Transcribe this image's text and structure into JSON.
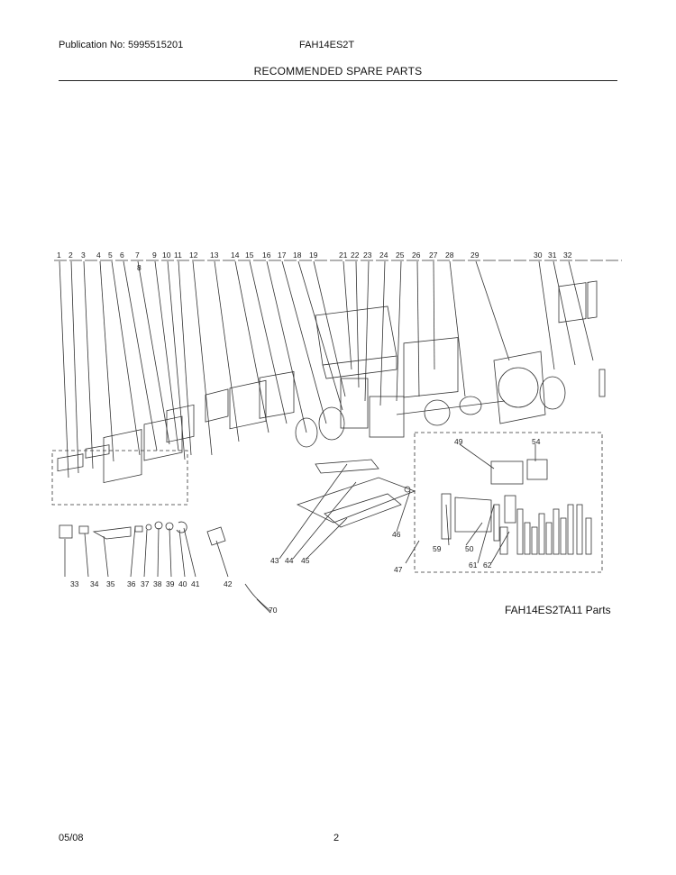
{
  "header": {
    "publication": "Publication No: 5995515201",
    "model": "FAH14ES2T"
  },
  "title": "RECOMMENDED SPARE PARTS",
  "diagram": {
    "callouts_top": [
      "1",
      "2",
      "3",
      "4",
      "5",
      "6",
      "7",
      "8",
      "9",
      "10",
      "11",
      "12",
      "13",
      "14",
      "15",
      "16",
      "17",
      "18",
      "19",
      "21",
      "22",
      "23",
      "24",
      "25",
      "26",
      "27",
      "28",
      "29",
      "30",
      "31",
      "32"
    ],
    "callouts_bottom": [
      "33",
      "34",
      "35",
      "36",
      "37",
      "38",
      "39",
      "40",
      "41",
      "42",
      "43",
      "44",
      "45",
      "46",
      "47",
      "49",
      "50",
      "54",
      "59",
      "61",
      "62",
      "70"
    ]
  },
  "caption": "FAH14ES2TA11 Parts",
  "footer": {
    "date": "05/08",
    "page": "2"
  }
}
